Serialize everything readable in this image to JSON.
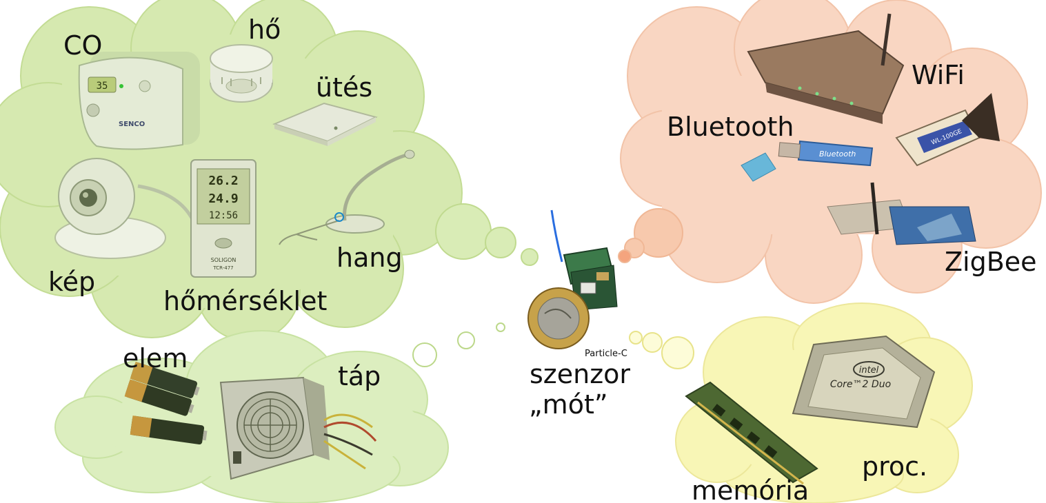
{
  "labels": {
    "co": "CO",
    "ho": "hő",
    "utes": "ütés",
    "kep": "kép",
    "hang": "hang",
    "homerseklet": "hőmérséklet",
    "elem": "elem",
    "tap": "táp",
    "bluetooth": "Bluetooth",
    "wifi": "WiFi",
    "zigbee": "ZigBee",
    "memoria": "memória",
    "proc": "proc.",
    "particle": "Particle-C",
    "szenzor": "szenzor",
    "mot": "„mót”"
  },
  "device_text": {
    "co_display": "35",
    "co_brand": "SENCO",
    "thermo_line1": "26.2",
    "thermo_line2": "24.9",
    "thermo_line3": "12:56",
    "thermo_brand": "SOLIGON",
    "thermo_model": "TCR-477",
    "bt_stick": "Bluetooth",
    "wifi_card": "WL-100GE",
    "cpu_brand": "intel",
    "cpu_model": "Core™2 Duo"
  },
  "colors": {
    "sensor_cloud": "#d6e9b0",
    "sensor_cloud_edge": "#c3dc94",
    "radio_cloud": "#f9d6c2",
    "radio_cloud_edge": "#f2c3a8",
    "compute_cloud": "#f8f6b6",
    "compute_cloud_edge": "#ece79a",
    "power_cloud": "#dceebf"
  }
}
